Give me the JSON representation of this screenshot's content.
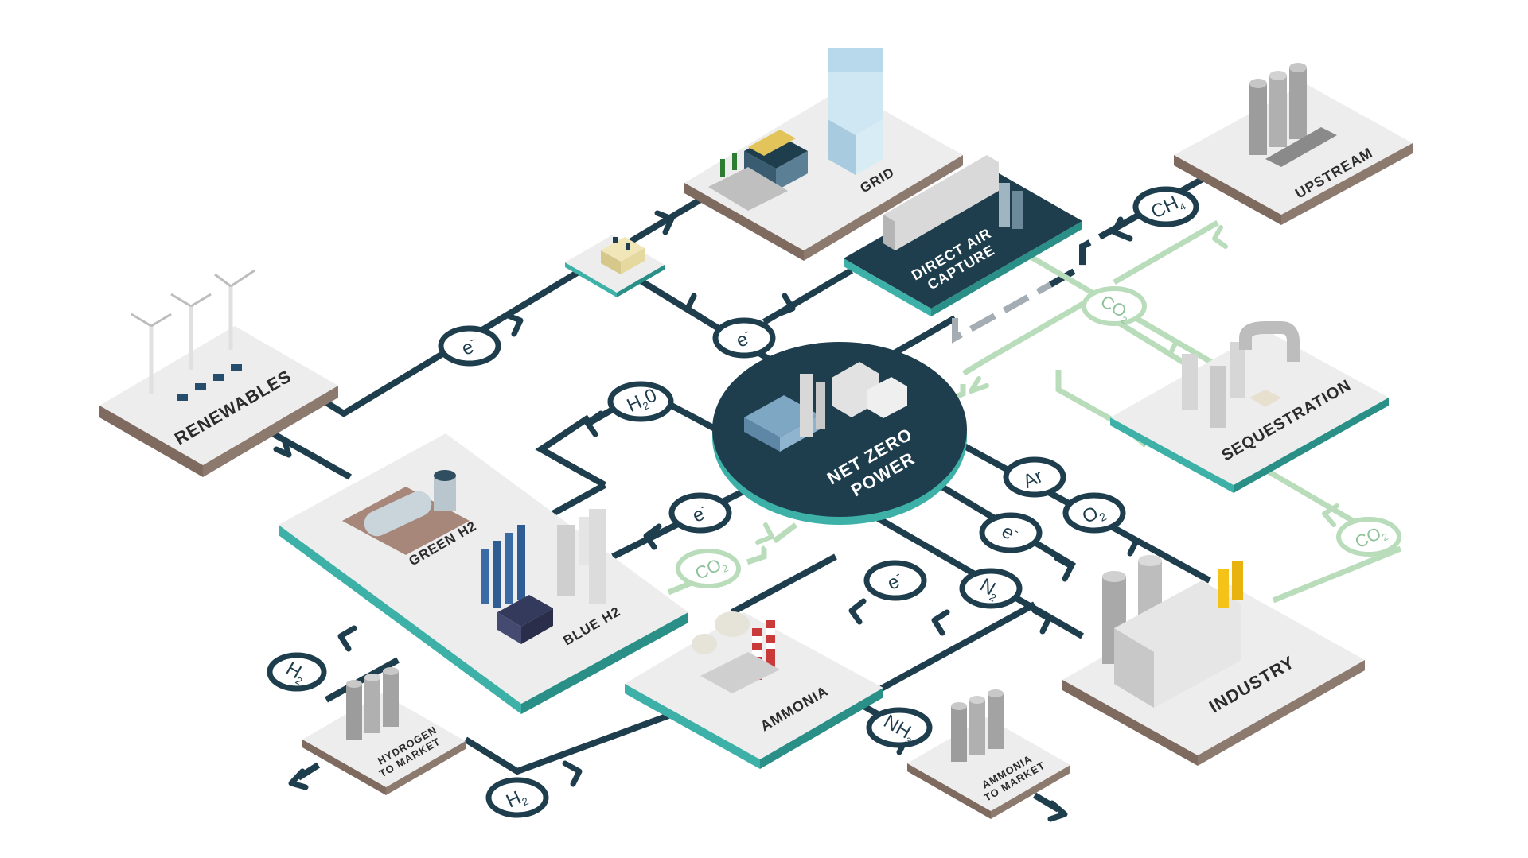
{
  "colors": {
    "dark_teal": "#1e3e4d",
    "accent_teal": "#3db1a7",
    "flow_green": "#b9dcbb",
    "platform_top": "#ededed",
    "platform_soil": "#7e6a5f"
  },
  "nodes": {
    "grid": "GRID",
    "direct_air_capture_line1": "DIRECT AIR",
    "direct_air_capture_line2": "CAPTURE",
    "upstream": "UPSTREAM",
    "renewables": "RENEWABLES",
    "net_zero_line1": "NET ZERO",
    "net_zero_line2": "POWER",
    "sequestration": "SEQUESTRATION",
    "green_h2": "GREEN H2",
    "blue_h2": "BLUE H2",
    "industry": "INDUSTRY",
    "ammonia": "AMMONIA",
    "hydrogen_market_line1": "HYDROGEN",
    "hydrogen_market_line2": "TO MARKET",
    "ammonia_market_line1": "AMMONIA",
    "ammonia_market_line2": "TO MARKET"
  },
  "flows": {
    "electron": "e",
    "electron_sup": "-",
    "water_main": "H",
    "water_sub": "2",
    "water_tail": "0",
    "co2_main": "CO",
    "co2_sub": "2",
    "ch4_main": "CH",
    "ch4_sub": "4",
    "argon": "Ar",
    "o2_main": "O",
    "o2_sub": "2",
    "n2_main": "N",
    "n2_sub": "2",
    "h2_main": "H",
    "h2_sub": "2",
    "nh3_main": "NH",
    "nh3_sub": "3"
  }
}
